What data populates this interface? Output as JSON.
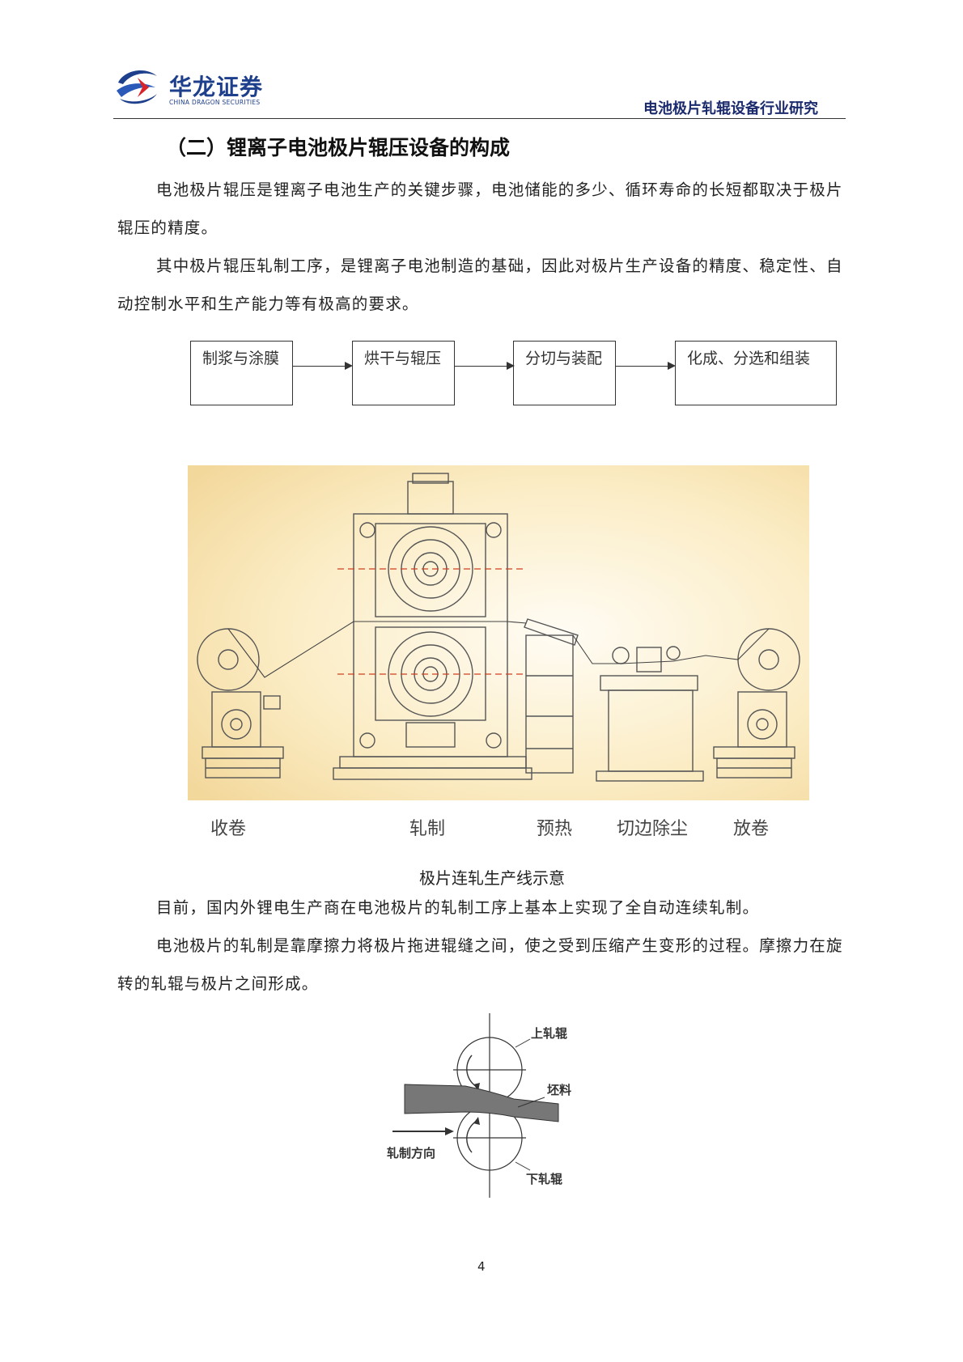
{
  "header": {
    "logo_cn": "华龙证券",
    "logo_en": "CHINA DRAGON SECURITIES",
    "report_title": "电池极片轧辊设备行业研究"
  },
  "section": {
    "title": "（二）锂离子电池极片辊压设备的构成"
  },
  "paragraphs": {
    "p1": "电池极片辊压是锂离子电池生产的关键步骤，电池储能的多少、循环寿命的长短都取决于极片辊压的精度。",
    "p2": "其中极片辊压轧制工序，是锂离子电池制造的基础，因此对极片生产设备的精度、稳定性、自动控制水平和生产能力等有极高的要求。",
    "p3": "目前，国内外锂电生产商在电池极片的轧制工序上基本上实现了全自动连续轧制。",
    "p4": "电池极片的轧制是靠摩擦力将极片拖进辊缝之间，使之受到压缩产生变形的过程。摩擦力在旋转的轧辊与极片之间形成。"
  },
  "flowchart": {
    "steps": [
      "制浆与涂膜",
      "烘干与辊压",
      "分切与装配",
      "化成、分选和组装"
    ]
  },
  "machine_figure": {
    "labels": [
      "收卷",
      "轧制",
      "预热",
      "切边除尘",
      "放卷"
    ],
    "caption": "极片连轧生产线示意"
  },
  "roller_figure": {
    "labels": {
      "upper": "上轧辊",
      "billet": "坯料",
      "direction": "轧制方向",
      "lower": "下轧辊"
    }
  },
  "footer": {
    "page_number": "4"
  }
}
